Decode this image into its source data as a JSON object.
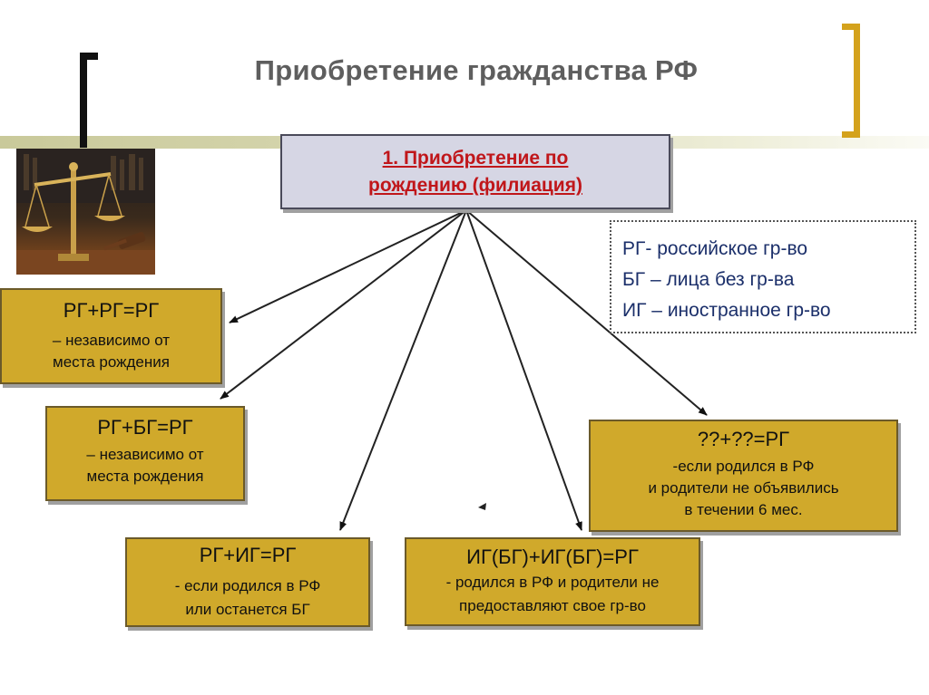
{
  "title": "Приобретение гражданства РФ",
  "main": {
    "line1": "1. Приобретение по",
    "line2": "рождению (филиация)"
  },
  "legend": {
    "items": [
      "РГ- российское гр-во",
      "БГ – лица без гр-ва",
      "ИГ – иностранное гр-во"
    ]
  },
  "boxes": {
    "rg_rg": {
      "head": "РГ+РГ=РГ",
      "l1": "– независимо от",
      "l2": "места рождения"
    },
    "rg_bg": {
      "head": "РГ+БГ=РГ",
      "l1": "– независимо от",
      "l2": "места рождения"
    },
    "rg_ig": {
      "head": "РГ+ИГ=РГ",
      "l1": "- если родился в РФ",
      "l2": "или останется БГ"
    },
    "ig_ig": {
      "head": "ИГ(БГ)+ИГ(БГ)=РГ",
      "l1": "- родился в РФ и родители не",
      "l2": "предоставляют свое гр-во"
    },
    "unknown": {
      "head": "??+??=РГ",
      "l1": "-если родился в РФ",
      "l2": "и родители не объявились",
      "l3": "в течении 6 мес."
    }
  },
  "colors": {
    "box_fill": "#d0a92b",
    "main_fill": "#d6d6e4",
    "main_text": "#c0161a",
    "legend_text": "#1b2f6a",
    "title_text": "#5e5e5e",
    "accent_bracket": "#d4a21c"
  },
  "icons": {
    "photo": "scales-of-justice-icon"
  }
}
